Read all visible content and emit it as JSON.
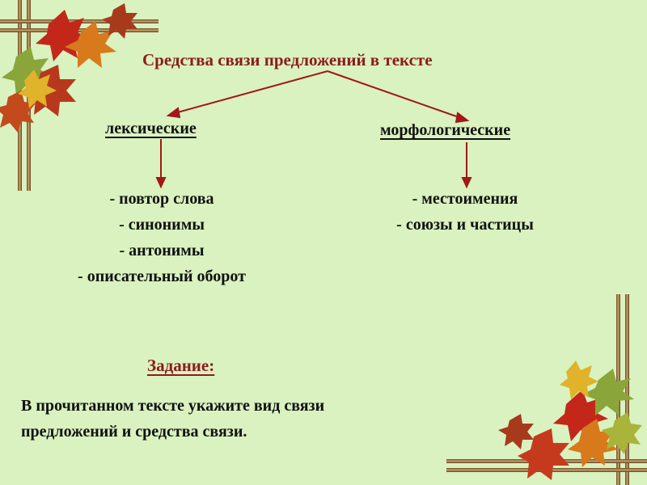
{
  "slide": {
    "title": "Средства связи предложений в тексте",
    "branches": [
      {
        "label": "лексические",
        "items": [
          "- повтор слова",
          "- синонимы",
          "- антонимы",
          "- описательный оборот"
        ]
      },
      {
        "label": "морфологические",
        "items": [
          "- местоимения",
          "- союзы и частицы"
        ]
      }
    ],
    "task": {
      "heading": "Задание:",
      "line1": "В прочитанном тексте укажите вид связи",
      "line2": "предложений  и средства связи."
    }
  },
  "colors": {
    "background": "#d9f2bf",
    "accent": "#8b1c1c",
    "arrow": "#a01818",
    "text": "#111111"
  },
  "decorations": {
    "top_left": "autumn-leaves-frame-corner",
    "bottom_right": "autumn-leaves-frame-corner"
  }
}
